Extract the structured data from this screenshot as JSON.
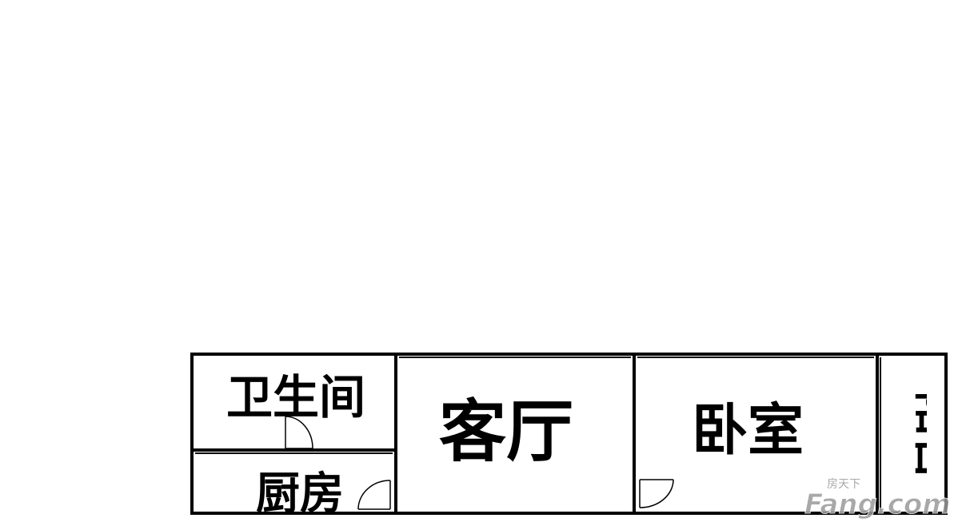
{
  "floorplan": {
    "rooms": [
      {
        "id": "bathroom",
        "label": "卫生间"
      },
      {
        "id": "kitchen",
        "label": "厨房"
      },
      {
        "id": "living",
        "label": "客厅"
      },
      {
        "id": "bedroom",
        "label": "卧室"
      },
      {
        "id": "balcony",
        "label": "阳台"
      }
    ]
  },
  "watermark": {
    "brand_cn": "房天下",
    "brand_en": "Fang.com"
  },
  "colors": {
    "wall": "#000000",
    "background": "#ffffff",
    "watermark": "#9a9a9a"
  }
}
